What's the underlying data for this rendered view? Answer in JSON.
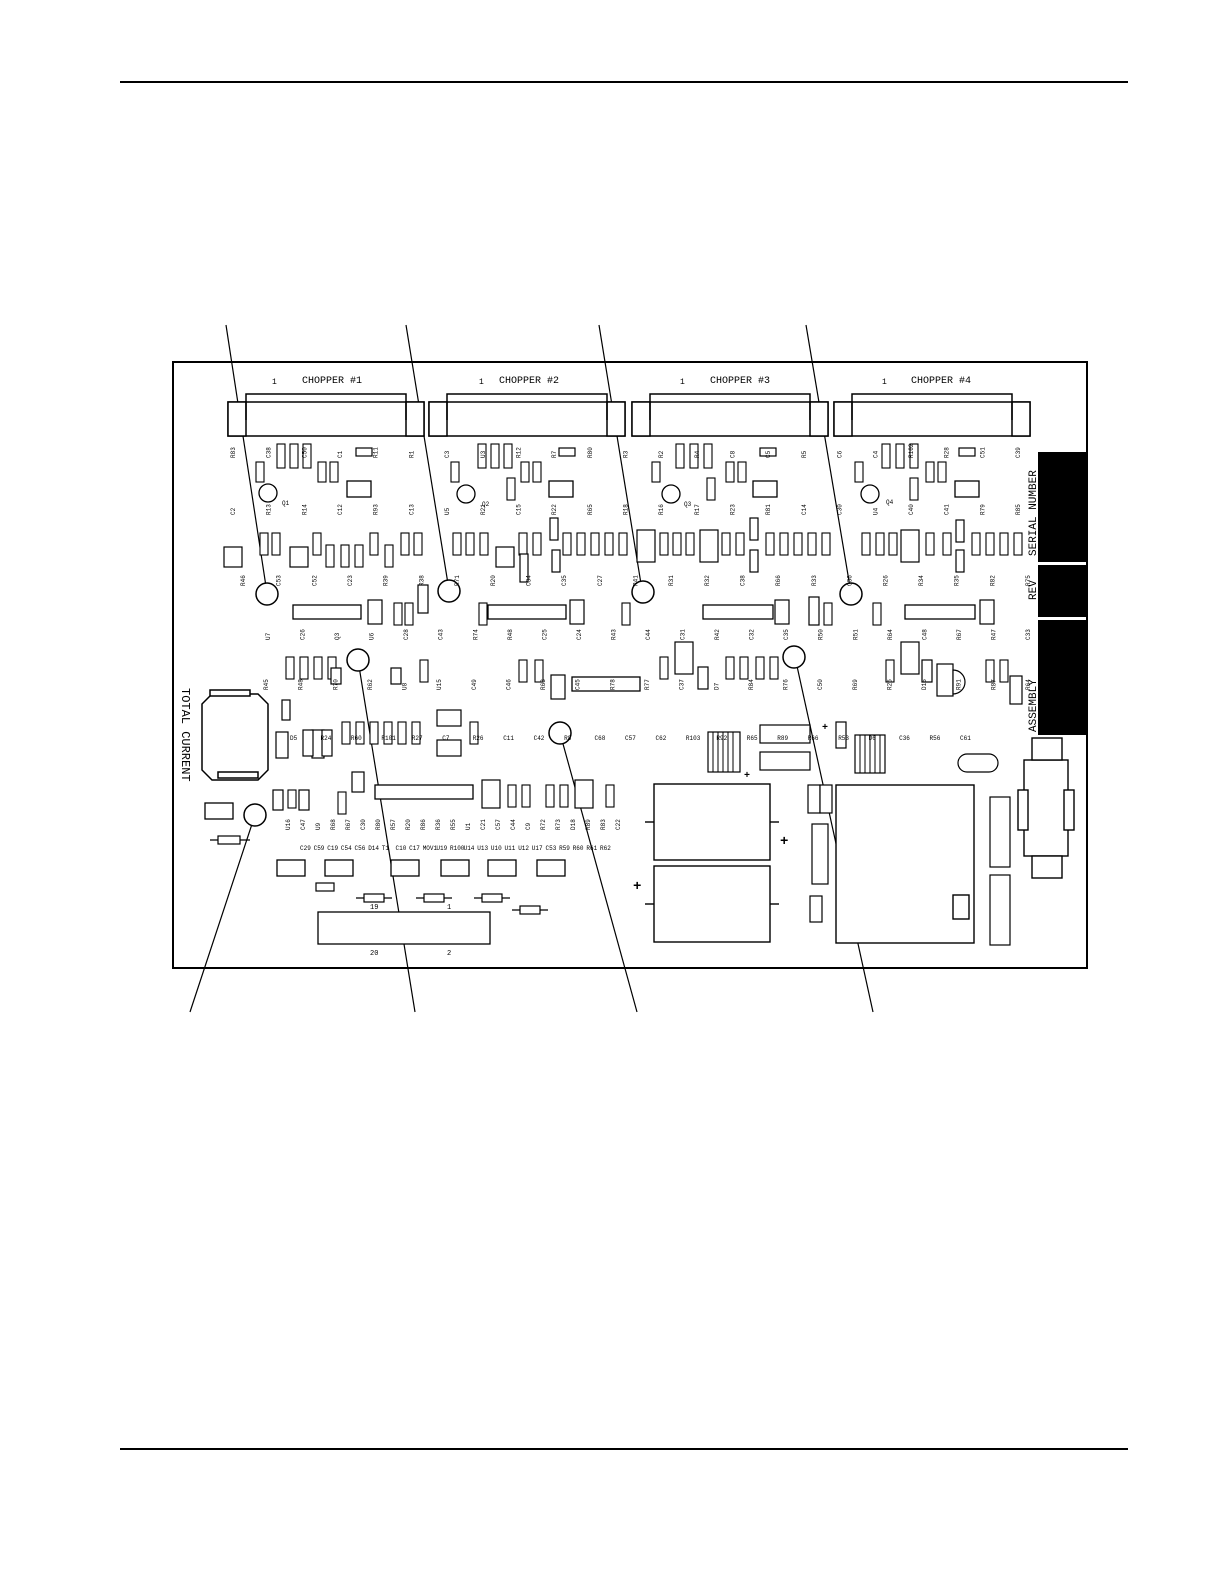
{
  "header": {},
  "footer": {},
  "board": {
    "choppers": [
      {
        "pin": "1",
        "label": "CHOPPER #1"
      },
      {
        "pin": "1",
        "label": "CHOPPER #2"
      },
      {
        "pin": "1",
        "label": "CHOPPER #3"
      },
      {
        "pin": "1",
        "label": "CHOPPER #4"
      }
    ],
    "side_label": "TOTAL CURRENT",
    "blocks": [
      "SERIAL NUMBER",
      "REV",
      "ASSEMBLY"
    ],
    "transistors": [
      "Q1",
      "Q2",
      "Q3",
      "Q4"
    ],
    "connector_pins": {
      "left": "20",
      "right": "2",
      "top_left": "19",
      "top_right": "1"
    },
    "parts": [
      "R83",
      "C38",
      "C50",
      "C1",
      "R11",
      "R1",
      "C3",
      "U3",
      "R12",
      "R7",
      "R80",
      "R3",
      "R2",
      "R4",
      "C8",
      "C5",
      "R5",
      "C6",
      "C4",
      "R102",
      "R28",
      "C51",
      "C39",
      "C2",
      "R13",
      "R14",
      "C12",
      "R93",
      "C13",
      "U5",
      "R21",
      "C15",
      "R22",
      "R65",
      "R18",
      "R16",
      "R17",
      "R23",
      "R81",
      "C14",
      "C30",
      "U4",
      "C40",
      "C41",
      "R79",
      "R85",
      "R46",
      "C53",
      "C52",
      "C23",
      "R39",
      "R38",
      "R71",
      "R20",
      "C34",
      "C35",
      "C27",
      "R41",
      "R31",
      "R32",
      "C38",
      "R66",
      "R33",
      "C36",
      "R26",
      "R34",
      "R35",
      "R82",
      "R75",
      "U7",
      "C26",
      "Q3",
      "U6",
      "C28",
      "C43",
      "R74",
      "R48",
      "C25",
      "C24",
      "R43",
      "C44",
      "C31",
      "R42",
      "C32",
      "C35",
      "R50",
      "R51",
      "R64",
      "C48",
      "R67",
      "R47",
      "C33",
      "R45",
      "R48",
      "R70",
      "R62",
      "U8",
      "U15",
      "C49",
      "C46",
      "R63",
      "C45",
      "R78",
      "R77",
      "C37",
      "D7",
      "R84",
      "R76",
      "C50",
      "R69",
      "R25",
      "D16",
      "R91",
      "R87",
      "R64",
      "D5",
      "R24",
      "R60",
      "R101",
      "R27",
      "C7",
      "R26",
      "C11",
      "C42",
      "R8",
      "C68",
      "C57",
      "C62",
      "R103",
      "R92",
      "R65",
      "R89",
      "R66",
      "R53",
      "D6",
      "C36",
      "R56",
      "C61",
      "U16",
      "C47",
      "U9",
      "R68",
      "R67",
      "C30",
      "R80",
      "R57",
      "R20",
      "R86",
      "R36",
      "R55",
      "U1",
      "C21",
      "C57",
      "C44",
      "C9",
      "R72",
      "R73",
      "D18",
      "R89",
      "R83",
      "C22",
      "C29",
      "C59",
      "C19",
      "C54",
      "C56",
      "D14",
      "T1",
      "C10",
      "C17",
      "MOV1",
      "U19",
      "R100",
      "U14",
      "U13",
      "U10",
      "U11",
      "U12",
      "U17",
      "C53",
      "R59",
      "R60",
      "R61",
      "R62"
    ]
  }
}
